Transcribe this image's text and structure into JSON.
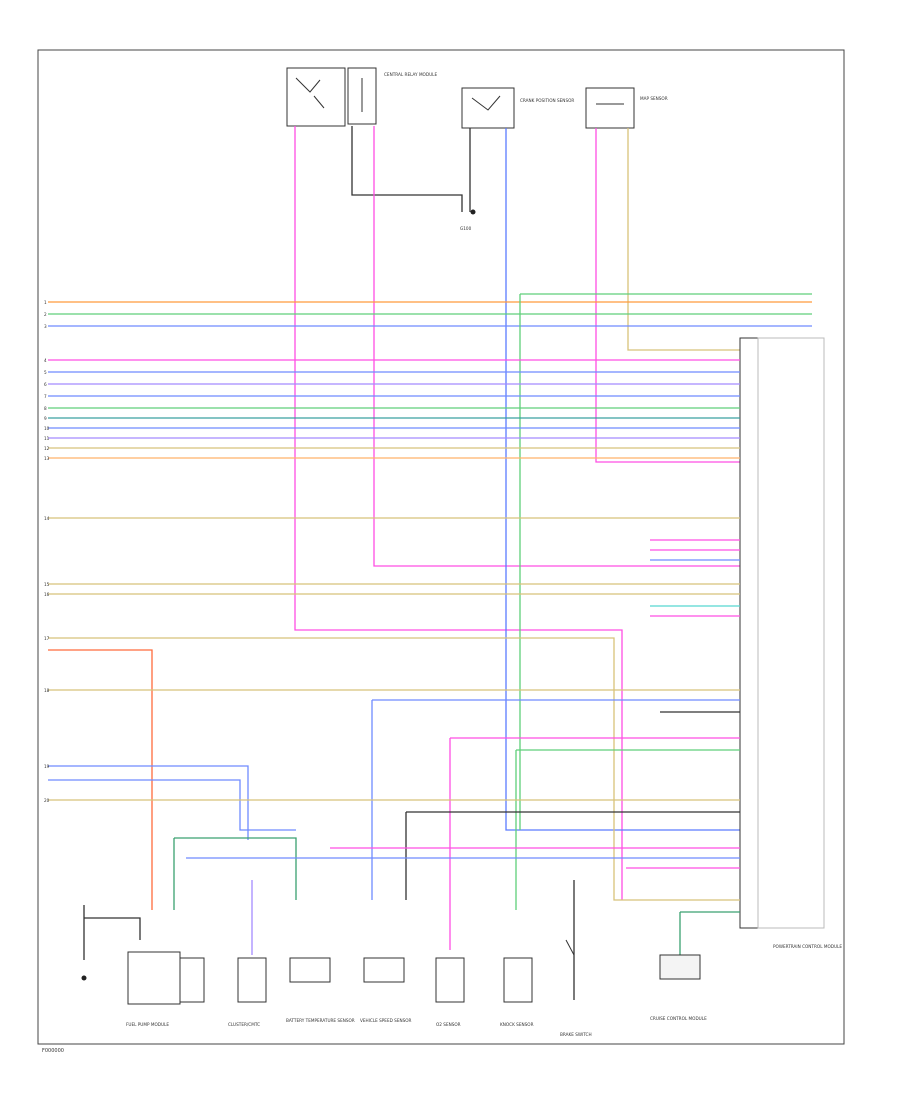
{
  "diagram": {
    "footer_code": "F000000",
    "left_pins": [
      "1",
      "2",
      "3",
      "4",
      "5",
      "6",
      "7",
      "8",
      "9",
      "10",
      "11",
      "12",
      "13",
      "14",
      "15",
      "16",
      "17",
      "18",
      "19",
      "20"
    ],
    "components": {
      "central_relay": "CENTRAL RELAY MODULE",
      "crank_switch": "CRANK POSITION SENSOR",
      "map_sensor": "MAP SENSOR",
      "fuel_pump": "FUEL PUMP MODULE",
      "cluster": "CLUSTER/CMTC",
      "battery_sensor": "BATTERY TEMPERATURE SENSOR",
      "speed_sensor": "VEHICLE SPEED SENSOR",
      "o2_sensor": "O2 SENSOR",
      "knock_sensor": "KNOCK SENSOR",
      "brake_switch": "BRAKE SWITCH",
      "cruise_module": "CRUISE CONTROL MODULE",
      "pcm": "POWERTRAIN CONTROL MODULE",
      "ground": "G100"
    },
    "legend_color_names": {
      "orange": "orange",
      "pink": "pink",
      "green": "green",
      "blue": "blue",
      "violet": "violet",
      "tan": "tan",
      "dark": "dark",
      "teal": "teal"
    }
  }
}
